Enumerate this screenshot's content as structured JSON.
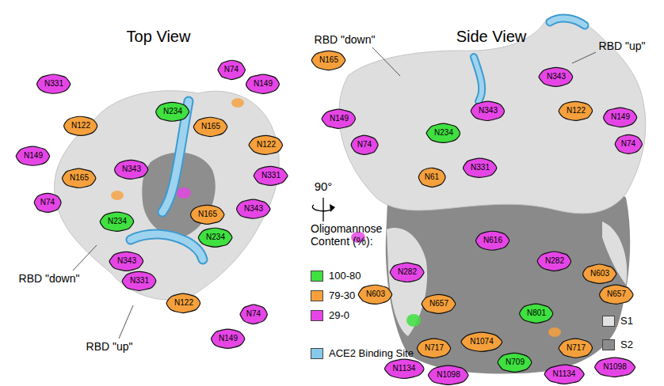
{
  "diagram": {
    "nodes": [
      {
        "text": [
          "N74"
        ]
      },
      {
        "text": [
          "N149"
        ]
      },
      {
        "text": [
          "N331"
        ]
      },
      {
        "text": [
          "N234"
        ]
      },
      {
        "text": [
          "N122"
        ]
      },
      {
        "text": [
          "N165"
        ]
      },
      {
        "text": [
          "N122"
        ]
      },
      {
        "text": [
          "N149"
        ]
      },
      {
        "text": [
          "N343"
        ]
      },
      {
        "text": [
          "N331"
        ]
      },
      {
        "text": [
          "N165"
        ]
      },
      {
        "text": [
          "N74"
        ]
      },
      {
        "text": [
          "N343"
        ]
      },
      {
        "text": [
          "N165"
        ]
      },
      {
        "text": [
          "N234"
        ]
      },
      {
        "text": [
          "N234"
        ]
      },
      {
        "text": [
          "N343"
        ]
      },
      {
        "text": [
          "N331"
        ]
      },
      {
        "text": [
          "N122"
        ]
      },
      {
        "text": [
          "N74"
        ]
      },
      {
        "text": [
          "N149"
        ]
      },
      {
        "text": [
          "N165"
        ]
      },
      {
        "text": [
          "N343"
        ]
      },
      {
        "text": [
          "N343"
        ]
      },
      {
        "text": [
          "N122"
        ]
      },
      {
        "text": [
          "N149"
        ]
      },
      {
        "text": [
          "N149"
        ]
      },
      {
        "text": [
          "N234"
        ]
      },
      {
        "text": [
          "N74"
        ]
      },
      {
        "text": [
          "N74"
        ]
      },
      {
        "text": [
          "N331"
        ]
      },
      {
        "text": [
          "N61"
        ]
      },
      {
        "text": [
          "N616"
        ]
      },
      {
        "text": [
          "N282"
        ]
      },
      {
        "text": [
          "N603"
        ]
      },
      {
        "text": [
          "N282"
        ]
      },
      {
        "text": [
          "N657"
        ]
      },
      {
        "text": [
          "N603"
        ]
      },
      {
        "text": [
          "N657"
        ]
      },
      {
        "text": [
          "N801"
        ]
      },
      {
        "text": [
          "N1074"
        ]
      },
      {
        "text": [
          "N717"
        ]
      },
      {
        "text": [
          "N717"
        ]
      },
      {
        "text": [
          "N709"
        ]
      },
      {
        "text": [
          "N1098"
        ]
      },
      {
        "text": [
          "N1134"
        ]
      },
      {
        "text": [
          "N1134"
        ]
      },
      {
        "text": [
          "N1098"
        ]
      }
    ],
    "labels": [
      "Top View",
      "Side View",
      "RBD \"down\"",
      "RBD \"up\"",
      "RBD \"down\"",
      "RBD \"up\"",
      "90°",
      "Oligomannose Content (%):"
    ],
    "legend": [
      {
        "text": "100-80",
        "color": "#3fe03f"
      },
      {
        "text": "79-30",
        "color": "#f5a03c"
      },
      {
        "text": "29-0",
        "color": "#e645e6"
      },
      {
        "text": "ACE2 Binding Site",
        "color": "#86c9ea"
      },
      {
        "text": "S1",
        "color": "#e2e2e2"
      },
      {
        "text": "S2",
        "color": "#8c8c8c"
      }
    ]
  }
}
